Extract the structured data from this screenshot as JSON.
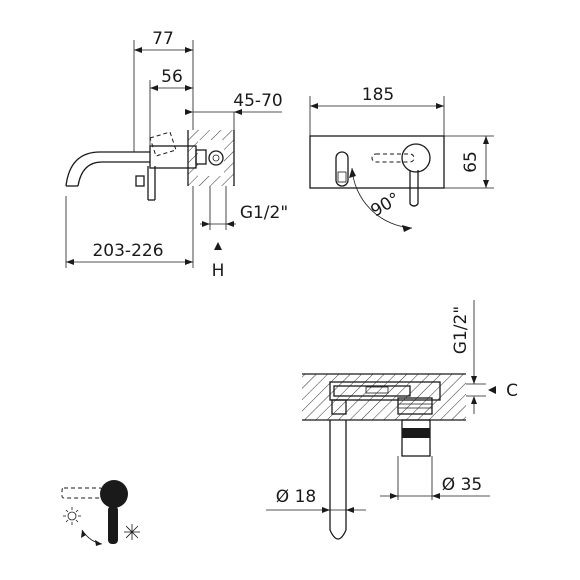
{
  "side_view": {
    "dim_top": "77",
    "dim_mid": "56",
    "dim_wall": "45-70",
    "dim_spout": "203-226",
    "dim_thread": "G1/2\"",
    "label_h": "H"
  },
  "front_view": {
    "dim_width": "185",
    "dim_height": "65",
    "dim_angle": "90°"
  },
  "section_view": {
    "dim_thread": "G1/2\"",
    "label_c": "C",
    "dim_spout_dia": "Ø 18",
    "dim_body_dia": "Ø 35"
  },
  "legend": {
    "hot_icon": "sun-icon",
    "cold_icon": "snowflake-icon"
  }
}
